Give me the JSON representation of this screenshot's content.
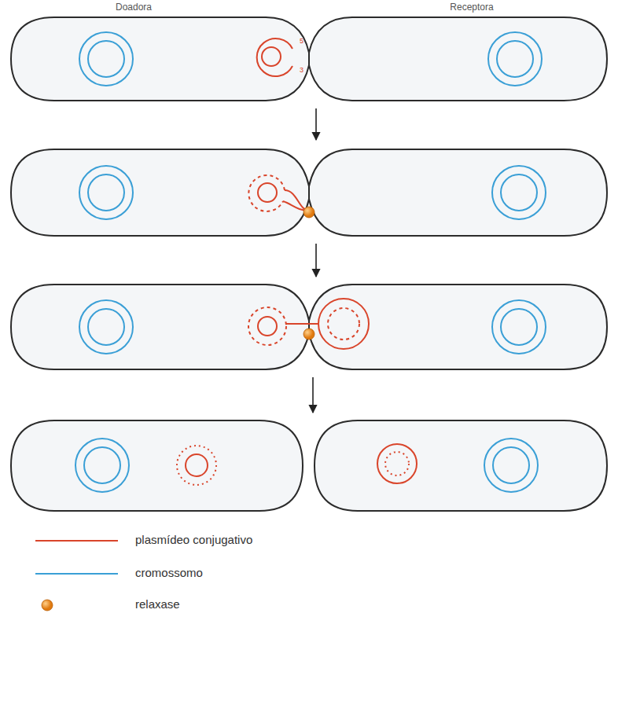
{
  "diagram": {
    "labels": [
      "Doadora",
      "Receptora",
      "5",
      "3"
    ],
    "legend": [
      {
        "text": "plasmídeo conjugativo"
      },
      {
        "text": "cromossomo"
      },
      {
        "text": "relaxase"
      }
    ]
  }
}
